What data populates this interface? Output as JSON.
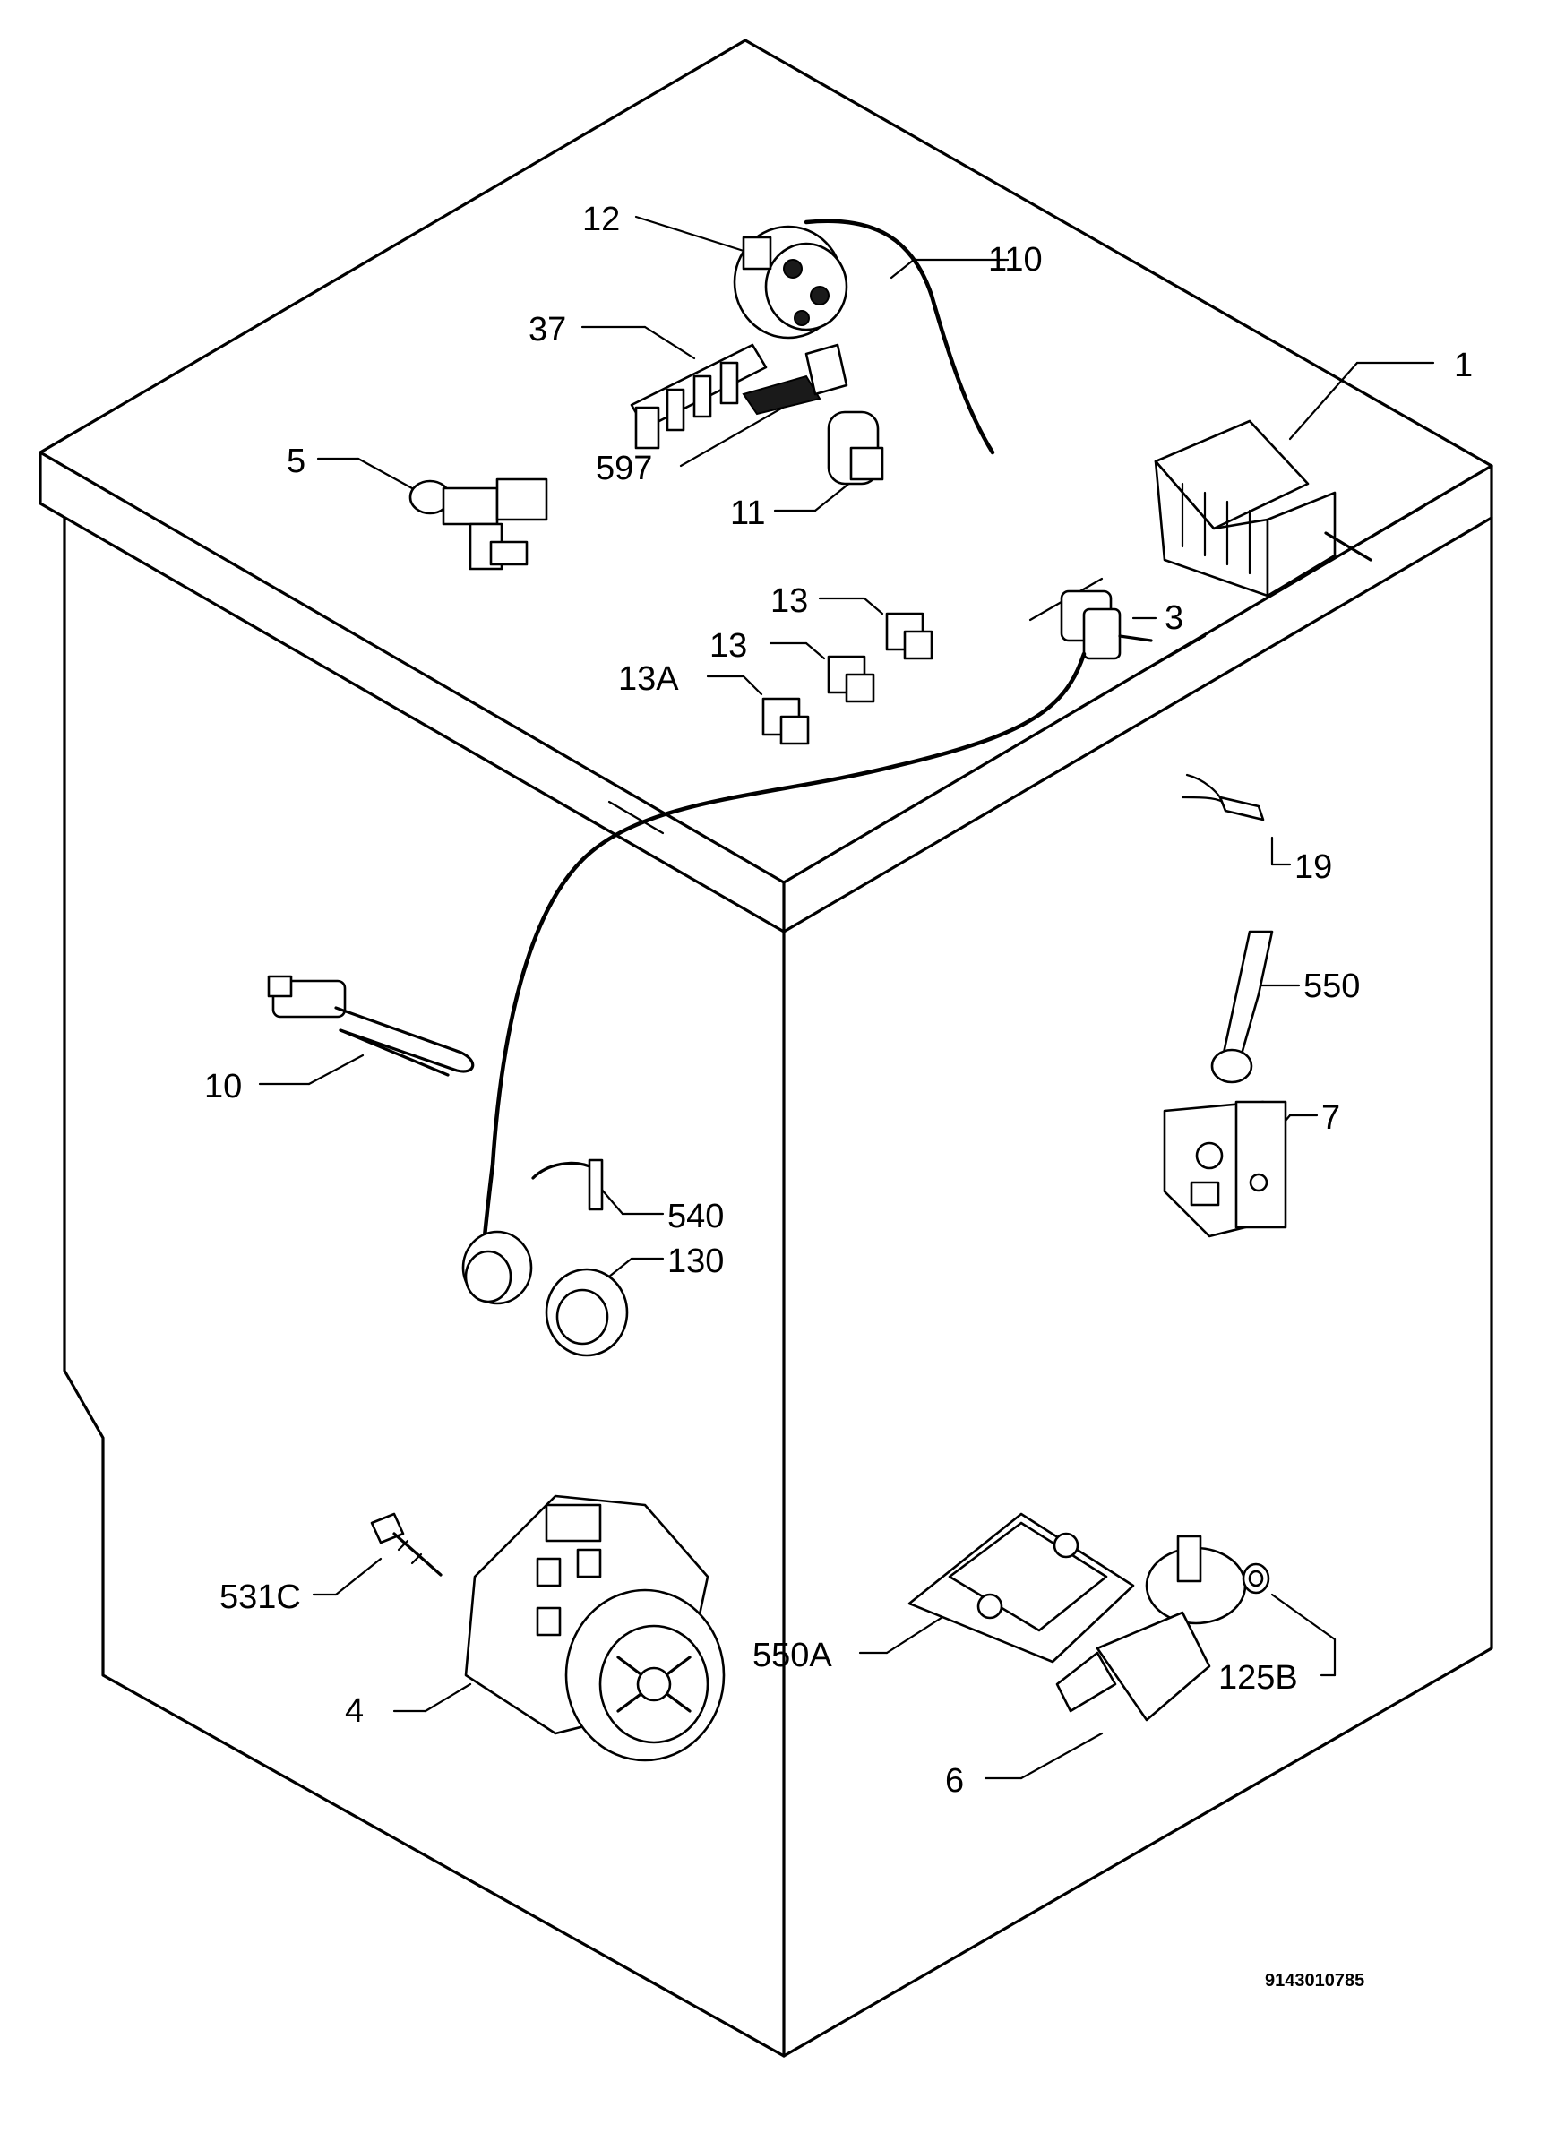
{
  "diagram": {
    "doc_code": "9143010785",
    "labels": {
      "p1": "1",
      "p3": "3",
      "p4": "4",
      "p5": "5",
      "p6": "6",
      "p7": "7",
      "p10": "10",
      "p11": "11",
      "p12": "12",
      "p13a": "13",
      "p13b": "13",
      "p13A": "13A",
      "p19": "19",
      "p37": "37",
      "p110": "110",
      "p125B": "125B",
      "p130": "130",
      "p531C": "531C",
      "p540": "540",
      "p550": "550",
      "p550A": "550A",
      "p597": "597"
    }
  }
}
